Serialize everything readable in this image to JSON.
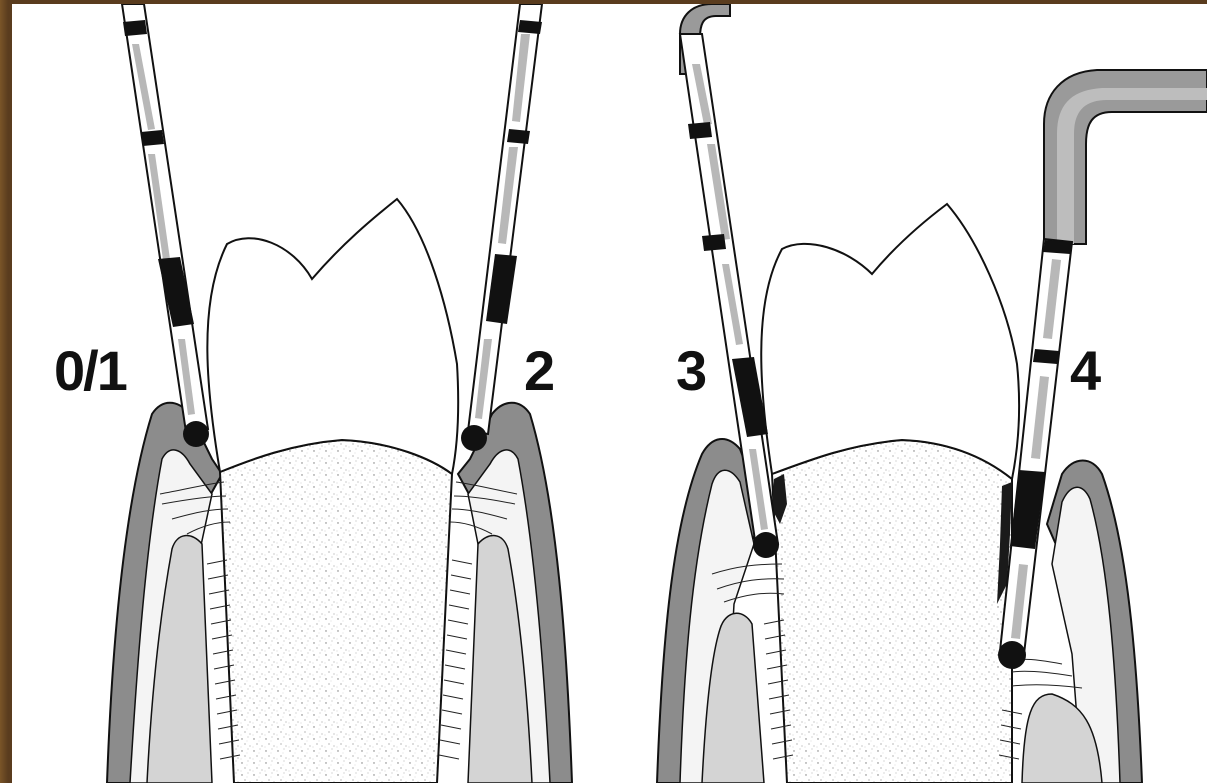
{
  "labels": {
    "stage_a": "0/1",
    "stage_b": "2",
    "stage_c": "3",
    "stage_d": "4"
  },
  "colors": {
    "frame": "#6b4a26",
    "background": "#ffffff",
    "ink": "#111111",
    "gingiva": "#8c8c8c",
    "bone": "#d4d4d4",
    "root_dentin": "#f2f2f2",
    "probe_band": "#b8b8b8",
    "calculus": "#1a1a1a"
  }
}
